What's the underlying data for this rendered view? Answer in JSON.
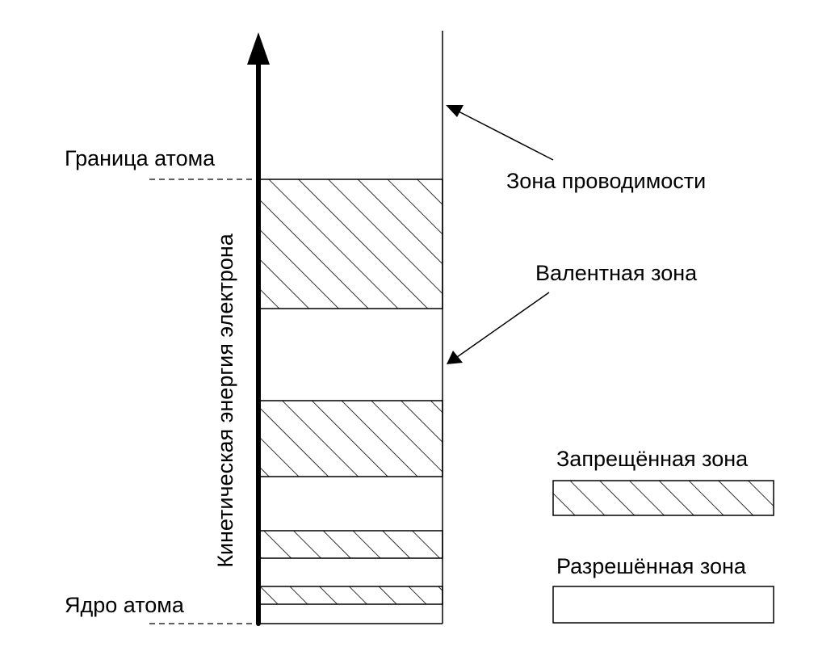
{
  "labels": {
    "atom_boundary": "Граница атома",
    "nucleus": "Ядро атома",
    "axis": "Кинетическая энергия электрона",
    "conduction_band": "Зона проводимости",
    "valence_band": "Валентная зона"
  },
  "legend": {
    "forbidden": "Запрещённая зона",
    "allowed": "Разрешённая зона"
  },
  "colors": {
    "stroke": "#000000",
    "background": "#ffffff"
  }
}
